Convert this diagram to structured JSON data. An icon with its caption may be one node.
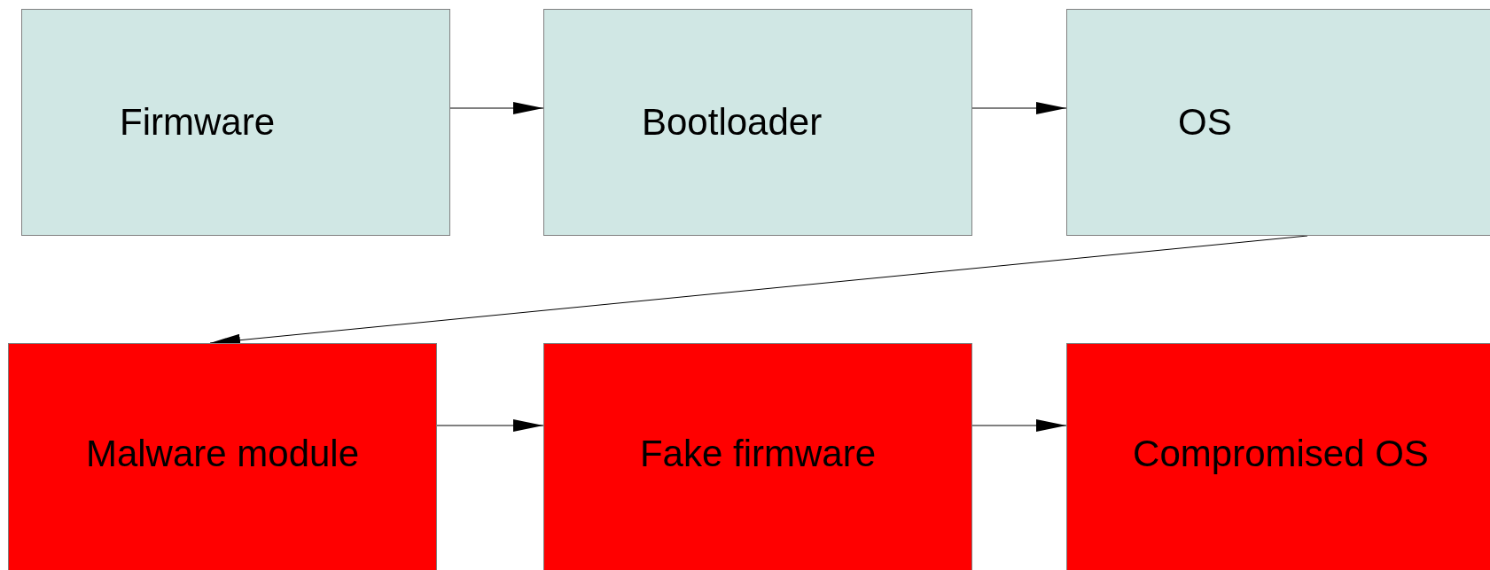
{
  "diagram": {
    "nodes": [
      {
        "text": [
          "Firmware"
        ]
      },
      {
        "text": [
          "Bootloader"
        ]
      },
      {
        "text": [
          "OS"
        ]
      },
      {
        "text": [
          "Malware module"
        ]
      },
      {
        "text": [
          "Fake firmware"
        ]
      },
      {
        "text": [
          "Compromised OS"
        ]
      }
    ],
    "edges": [
      {
        "from": 0,
        "to": 1,
        "arrow": "to"
      },
      {
        "from": 1,
        "to": 2,
        "arrow": "to"
      },
      {
        "from": 2,
        "to": 3,
        "arrow": "to"
      },
      {
        "from": 3,
        "to": 4,
        "arrow": "to"
      },
      {
        "from": 4,
        "to": 5,
        "arrow": "to"
      }
    ]
  }
}
